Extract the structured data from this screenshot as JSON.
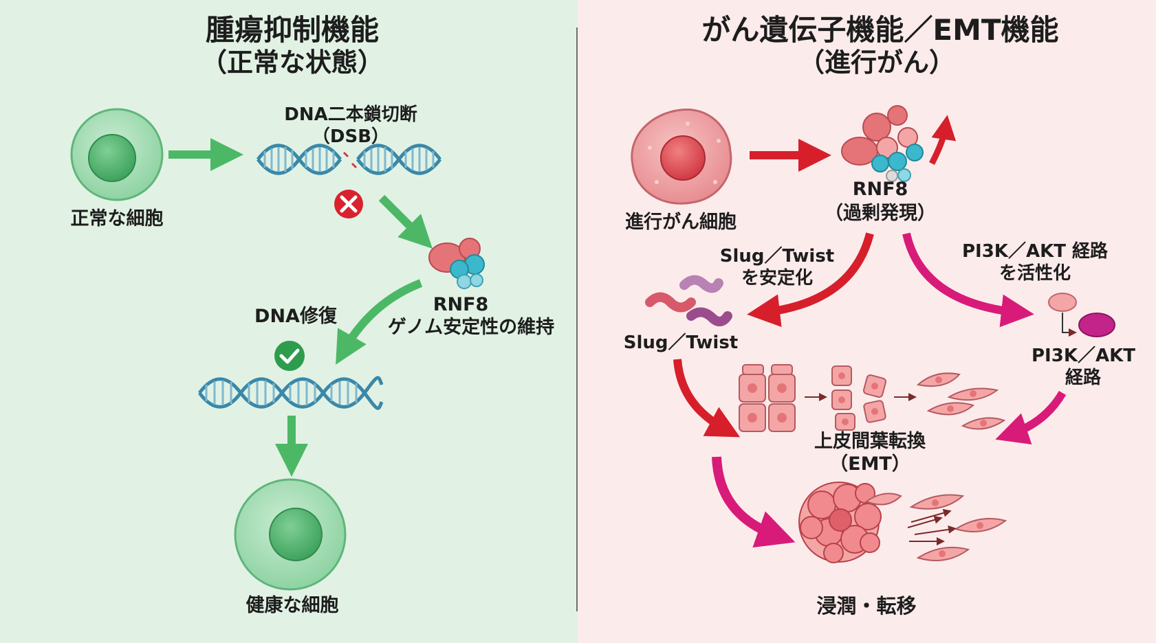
{
  "left": {
    "title": "腫瘍抑制機能",
    "subtitle": "（正常な状態）",
    "normal_cell": "正常な細胞",
    "dsb_label": "DNA二本鎖切断",
    "dsb_abbr": "（DSB）",
    "rnf8_label": "RNF8",
    "rnf8_role": "ゲノム安定性の維持",
    "repair_label": "DNA修復",
    "healthy_cell": "健康な細胞"
  },
  "right": {
    "title": "がん遺伝子機能／EMT機能",
    "subtitle": "（進行がん）",
    "advanced_cell": "進行がん細胞",
    "rnf8_label": "RNF8",
    "rnf8_state": "（過剰発現）",
    "slug_action_line1": "Slug／Twist",
    "slug_action_line2": "を安定化",
    "slug_label": "Slug／Twist",
    "pi3k_action_line1": "PI3K／AKT 経路",
    "pi3k_action_line2": "を活性化",
    "pi3k_label_line1": "PI3K／AKT",
    "pi3k_label_line2": "経路",
    "emt_label": "上皮間葉転換",
    "emt_abbr": "（EMT）",
    "invasion_label": "浸潤・転移"
  },
  "colors": {
    "left_bg": "#e1f2e4",
    "right_bg": "#fcebeb",
    "green_arrow": "#4cb866",
    "red_arrow": "#d61f2b",
    "magenta_arrow": "#d81b78",
    "dna_blue": "#3a88a8",
    "cancer_pink": "#f2a2a2"
  },
  "icons": [
    "x-icon",
    "check-icon",
    "dna-icon",
    "cell-icon",
    "protein-complex-icon",
    "arrow-icon"
  ]
}
